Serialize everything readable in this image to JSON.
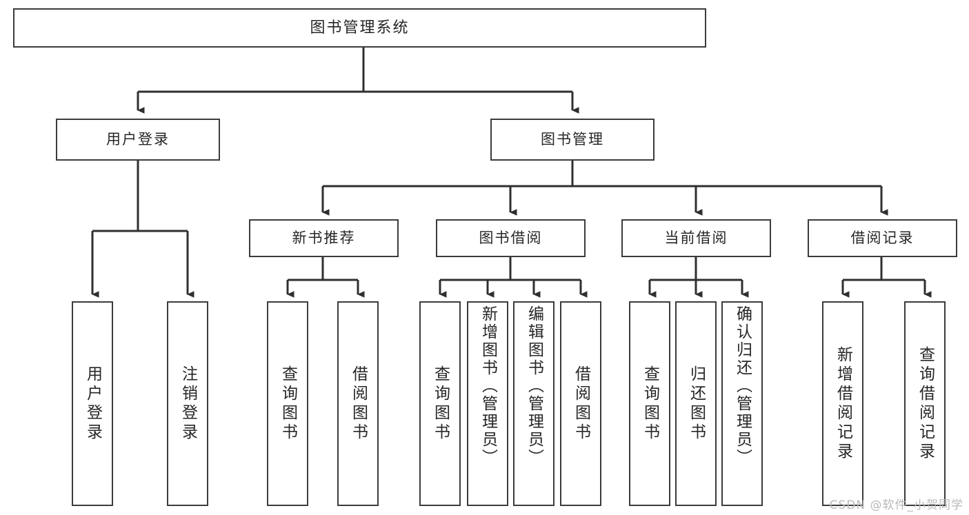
{
  "diagram": {
    "title": "图书管理系统",
    "type": "tree-hierarchy-chart",
    "watermark": "CSDN @软件_小贺同学",
    "colors": {
      "box_border": "#3b3b3b",
      "box_fill": "#ffffff",
      "connector": "#2f2f2f",
      "text": "#262626",
      "watermark": "#b9b9b9",
      "page_background": "#ffffff"
    },
    "root": {
      "label": "图书管理系统"
    },
    "level1": [
      {
        "label": "用户登录"
      },
      {
        "label": "图书管理"
      }
    ],
    "level2": [
      {
        "label": "新书推荐"
      },
      {
        "label": "图书借阅"
      },
      {
        "label": "当前借阅"
      },
      {
        "label": "借阅记录"
      }
    ],
    "leaves": {
      "user_login": [
        {
          "label": "用户登录"
        },
        {
          "label": "注销登录"
        }
      ],
      "new_book_recommend": [
        {
          "label": "查询图书"
        },
        {
          "label": "借阅图书"
        }
      ],
      "book_borrow": [
        {
          "label": "查询图书"
        },
        {
          "label": "新增图书（管理员）"
        },
        {
          "label": "编辑图书（管理员）"
        },
        {
          "label": "借阅图书"
        }
      ],
      "current_borrow": [
        {
          "label": "查询图书"
        },
        {
          "label": "归还图书"
        },
        {
          "label": "确认归还（管理员）"
        }
      ],
      "borrow_record": [
        {
          "label": "新增借阅记录"
        },
        {
          "label": "查询借阅记录"
        }
      ]
    }
  }
}
